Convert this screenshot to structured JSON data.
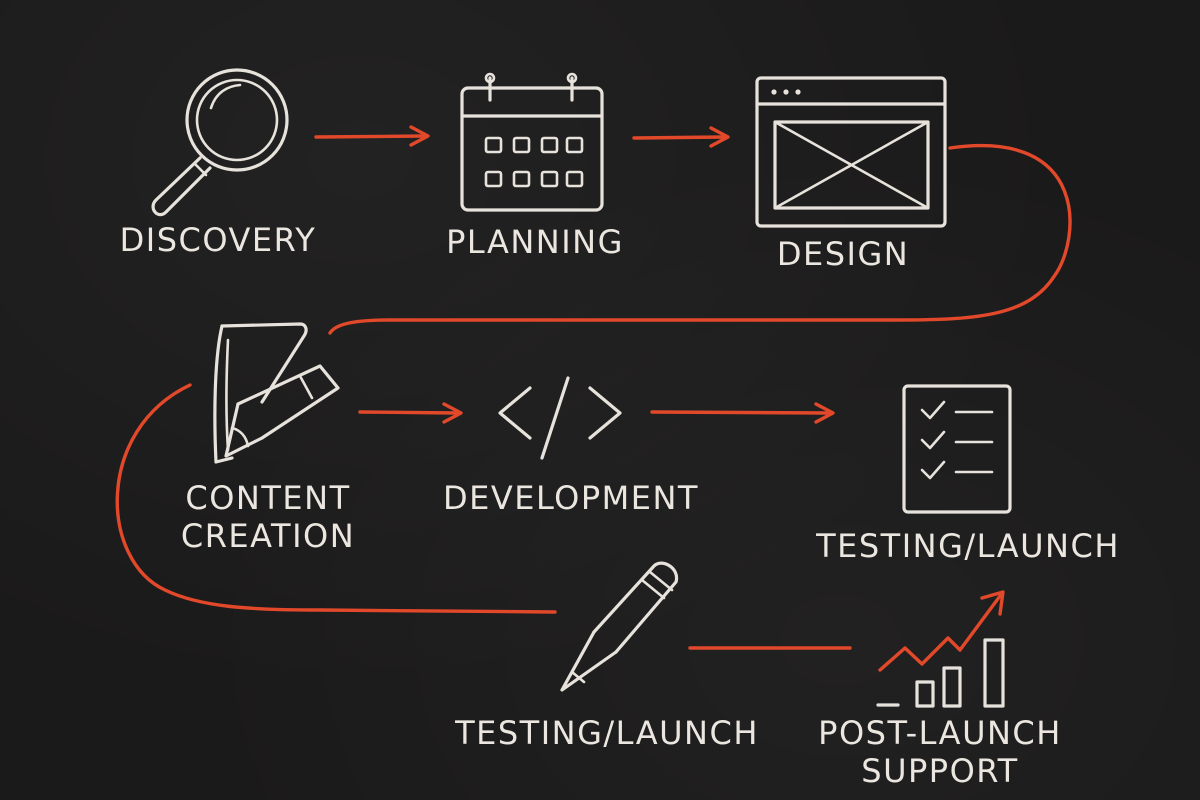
{
  "diagram": {
    "steps": [
      {
        "id": "discovery",
        "label": "DISCOVERY",
        "icon": "magnifying-glass-icon"
      },
      {
        "id": "planning",
        "label": "PLANNING",
        "icon": "calendar-icon"
      },
      {
        "id": "design",
        "label": "DESIGN",
        "icon": "wireframe-browser-icon"
      },
      {
        "id": "content-creation",
        "label": "CONTENT\nCREATION",
        "icon": "document-pen-icon"
      },
      {
        "id": "development",
        "label": "DEVELOPMENT",
        "icon": "code-brackets-icon"
      },
      {
        "id": "testing-launch-1",
        "label": "TESTING/LAUNCH",
        "icon": "checklist-icon"
      },
      {
        "id": "testing-launch-2",
        "label": "TESTING/LAUNCH",
        "icon": "pencil-icon"
      },
      {
        "id": "post-launch-support",
        "label": "POST-LAUNCH\nSUPPORT",
        "icon": "growth-chart-icon"
      }
    ],
    "colors": {
      "background": "#1b1a1a",
      "chalk": "#e7e3dc",
      "arrow": "#e2492a"
    }
  }
}
